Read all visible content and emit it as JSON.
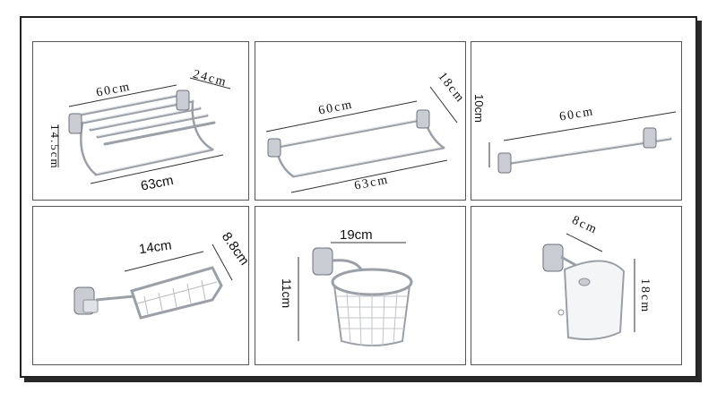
{
  "panels": [
    {
      "id": "towel-shelf",
      "dims": {
        "width": "60cm",
        "depth": "24cm",
        "height": "14.5cm",
        "length": "63cm"
      }
    },
    {
      "id": "double-towel-bar",
      "dims": {
        "width": "60cm",
        "depth": "18cm",
        "length": "63cm"
      }
    },
    {
      "id": "single-towel-bar",
      "dims": {
        "width": "60cm",
        "height": "10cm"
      }
    },
    {
      "id": "soap-basket",
      "dims": {
        "width": "14cm",
        "depth": "8.8cm"
      }
    },
    {
      "id": "round-basket",
      "dims": {
        "width": "19cm",
        "height": "11cm"
      }
    },
    {
      "id": "paper-holder",
      "dims": {
        "width": "8cm",
        "height": "18cm"
      }
    }
  ],
  "colors": {
    "chrome": "#c9cdd3",
    "chrome_dark": "#8a9099",
    "line": "#333333"
  }
}
